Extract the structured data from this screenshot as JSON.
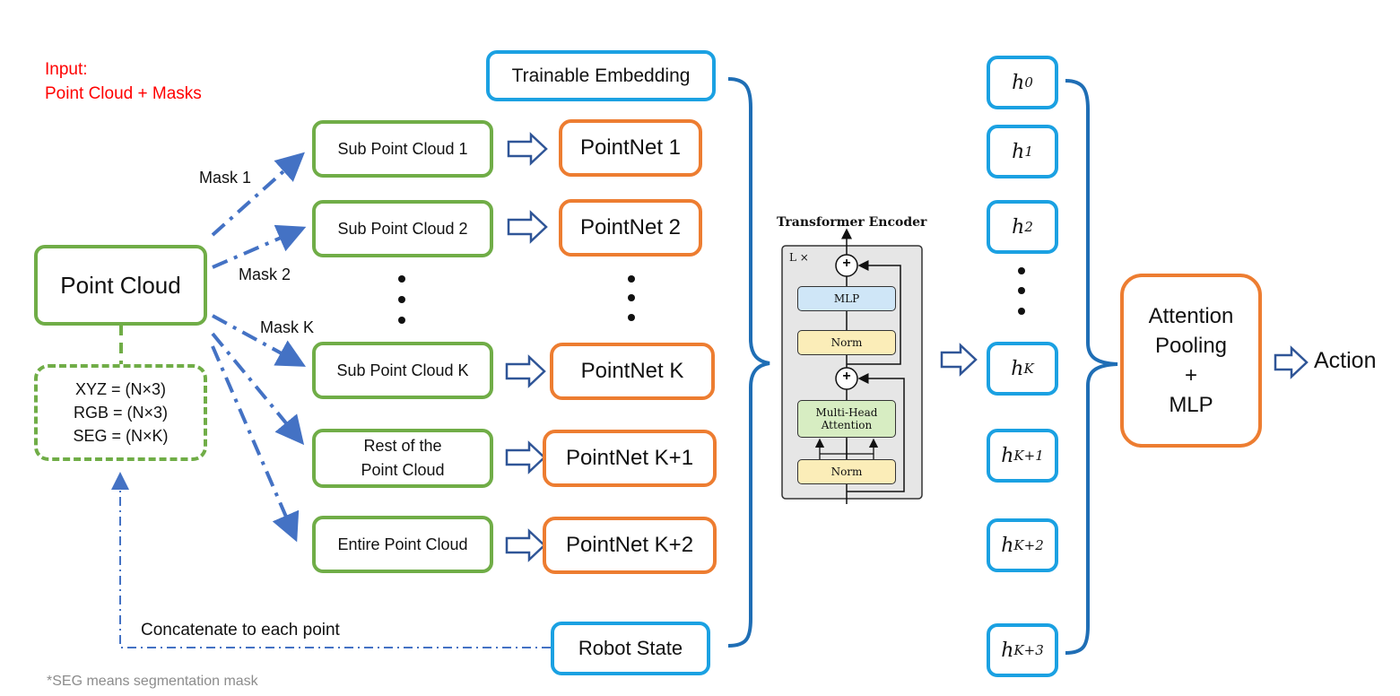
{
  "input_note": {
    "line1": "Input:",
    "line2": "Point Cloud + Masks"
  },
  "footnote": "*SEG means segmentation mask",
  "point_cloud": "Point Cloud",
  "features": {
    "xyz": "XYZ = (N×3)",
    "rgb": "RGB = (N×3)",
    "seg": "SEG = (N×K)"
  },
  "masks": {
    "m1": "Mask 1",
    "m2": "Mask 2",
    "mk": "Mask K"
  },
  "sub_clouds": {
    "s1": "Sub Point Cloud 1",
    "s2": "Sub Point Cloud 2",
    "sk": "Sub Point Cloud K",
    "rest_line1": "Rest of the",
    "rest_line2": "Point Cloud",
    "entire": "Entire Point Cloud"
  },
  "pointnets": {
    "p1": "PointNet 1",
    "p2": "PointNet 2",
    "pk": "PointNet K",
    "pk1": "PointNet K+1",
    "pk2": "PointNet K+2"
  },
  "trainable_embedding": "Trainable Embedding",
  "robot_state": "Robot State",
  "concat_label": "Concatenate to each point",
  "transformer": {
    "title": "Transformer Encoder",
    "repeat": "L ×",
    "mlp": "MLP",
    "norm_top": "Norm",
    "mha_line1": "Multi-Head",
    "mha_line2": "Attention",
    "norm_bottom": "Norm",
    "plus": "+"
  },
  "tokens": [
    {
      "base": "h",
      "sub": "0"
    },
    {
      "base": "h",
      "sub": "1"
    },
    {
      "base": "h",
      "sub": "2"
    },
    {
      "base": "h",
      "sub": "K"
    },
    {
      "base": "h",
      "sub": "K+1"
    },
    {
      "base": "h",
      "sub": "K+2"
    },
    {
      "base": "h",
      "sub": "K+3"
    }
  ],
  "pooling": {
    "line1": "Attention",
    "line2": "Pooling",
    "line3": "+",
    "line4": "MLP"
  },
  "action": "Action",
  "colors": {
    "green": "#70AD47",
    "orange": "#ED7D31",
    "cyan": "#1BA1E2",
    "blue_arrow": "#4472C4",
    "brace": "#1F6EB5",
    "red": "#FF0000"
  }
}
